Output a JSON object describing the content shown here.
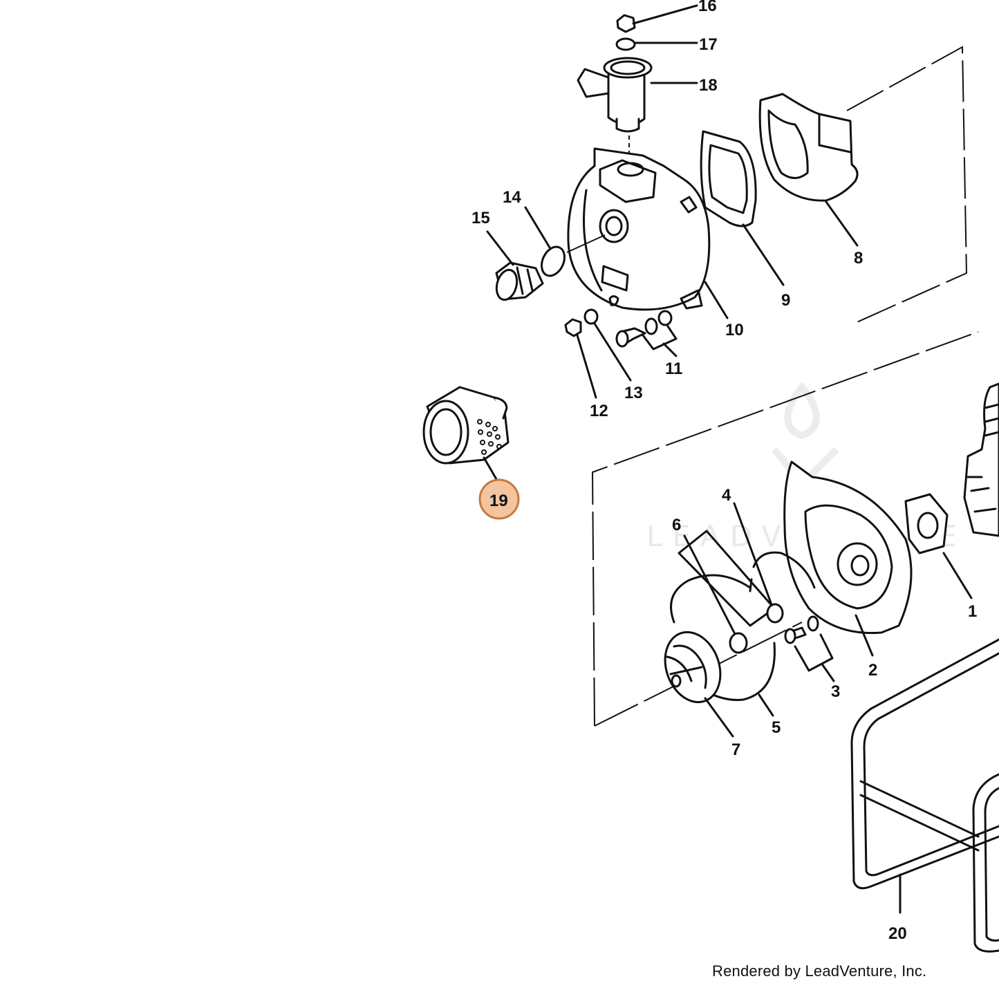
{
  "diagram": {
    "callouts": [
      {
        "id": "1",
        "label": "1"
      },
      {
        "id": "2",
        "label": "2"
      },
      {
        "id": "3",
        "label": "3"
      },
      {
        "id": "4",
        "label": "4"
      },
      {
        "id": "5",
        "label": "5"
      },
      {
        "id": "6",
        "label": "6"
      },
      {
        "id": "7",
        "label": "7"
      },
      {
        "id": "8",
        "label": "8"
      },
      {
        "id": "9",
        "label": "9"
      },
      {
        "id": "10",
        "label": "10"
      },
      {
        "id": "11",
        "label": "11"
      },
      {
        "id": "12",
        "label": "12"
      },
      {
        "id": "13",
        "label": "13"
      },
      {
        "id": "14",
        "label": "14"
      },
      {
        "id": "15",
        "label": "15"
      },
      {
        "id": "16",
        "label": "16"
      },
      {
        "id": "17",
        "label": "17"
      },
      {
        "id": "18",
        "label": "18"
      },
      {
        "id": "19",
        "label": "19",
        "highlighted": true
      },
      {
        "id": "20",
        "label": "20"
      }
    ],
    "highlight_color": "#f2c4a0",
    "highlight_stroke": "#c8783c"
  },
  "watermark": {
    "text": "LEADVENTURE"
  },
  "footer": {
    "credit": "Rendered by LeadVenture, Inc."
  }
}
